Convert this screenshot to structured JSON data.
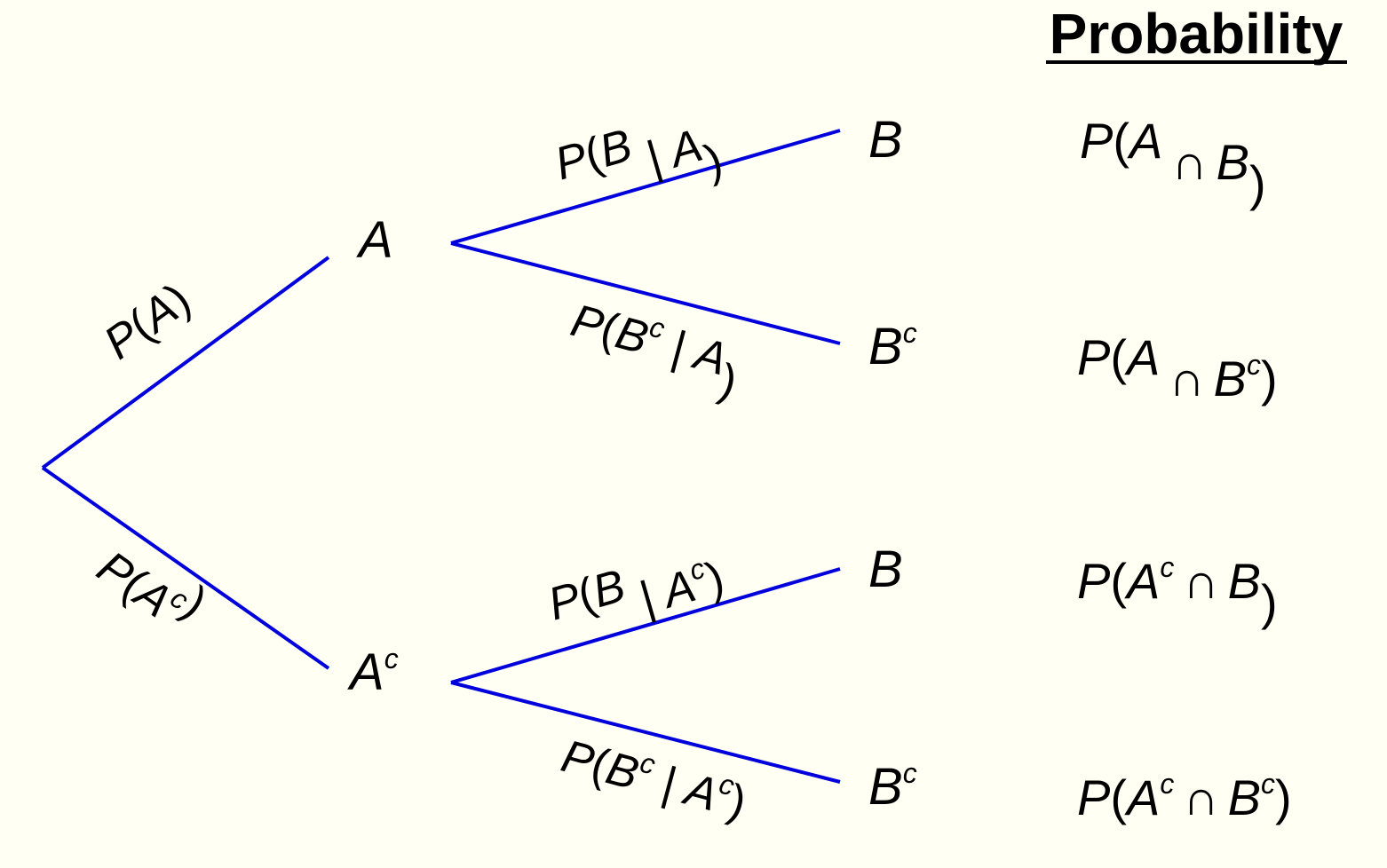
{
  "heading": "Probability",
  "colors": {
    "background": "#fffff3",
    "branch": "#0000dd",
    "text": "#000000"
  },
  "nodes": {
    "a": {
      "base": "A",
      "sup": ""
    },
    "a_c": {
      "base": "A",
      "sup": "c"
    },
    "ab": {
      "base": "B",
      "sup": ""
    },
    "ab_c": {
      "base": "B",
      "sup": "c"
    },
    "acb": {
      "base": "B",
      "sup": ""
    },
    "acb_c": {
      "base": "B",
      "sup": "c"
    }
  },
  "edges": {
    "root_a": {
      "p": "P",
      "open": "(",
      "event": "A",
      "event_sup": "",
      "bar": "",
      "given": "",
      "given_sup": "",
      "close": ")"
    },
    "root_ac": {
      "p": "P",
      "open": "(",
      "event": "A",
      "event_sup": "c",
      "bar": "",
      "given": "",
      "given_sup": "",
      "close": ")"
    },
    "a_b": {
      "p": "P",
      "open": "(",
      "event": "B",
      "event_sup": "",
      "bar": "|",
      "given": "A",
      "given_sup": "",
      "close": ")"
    },
    "a_bc": {
      "p": "P",
      "open": "(",
      "event": "B",
      "event_sup": "c",
      "bar": "|",
      "given": "A",
      "given_sup": "",
      "close": ")"
    },
    "ac_b": {
      "p": "P",
      "open": "(",
      "event": "B",
      "event_sup": "",
      "bar": "|",
      "given": "A",
      "given_sup": "c",
      "close": ")"
    },
    "ac_bc": {
      "p": "P",
      "open": "(",
      "event": "B",
      "event_sup": "c",
      "bar": "|",
      "given": "A",
      "given_sup": "c",
      "close": ")"
    }
  },
  "probabilities": [
    {
      "p": "P",
      "open": "(",
      "first": "A",
      "first_sup": "",
      "cap": "∩",
      "second": "B",
      "second_sup": "",
      "close": ")"
    },
    {
      "p": "P",
      "open": "(",
      "first": "A",
      "first_sup": "",
      "cap": "∩",
      "second": "B",
      "second_sup": "c",
      "close": ")"
    },
    {
      "p": "P",
      "open": "(",
      "first": "A",
      "first_sup": "c",
      "cap": "∩",
      "second": "B",
      "second_sup": "",
      "close": ")"
    },
    {
      "p": "P",
      "open": "(",
      "first": "A",
      "first_sup": "c",
      "cap": "∩",
      "second": "B",
      "second_sup": "c",
      "close": ")"
    }
  ]
}
